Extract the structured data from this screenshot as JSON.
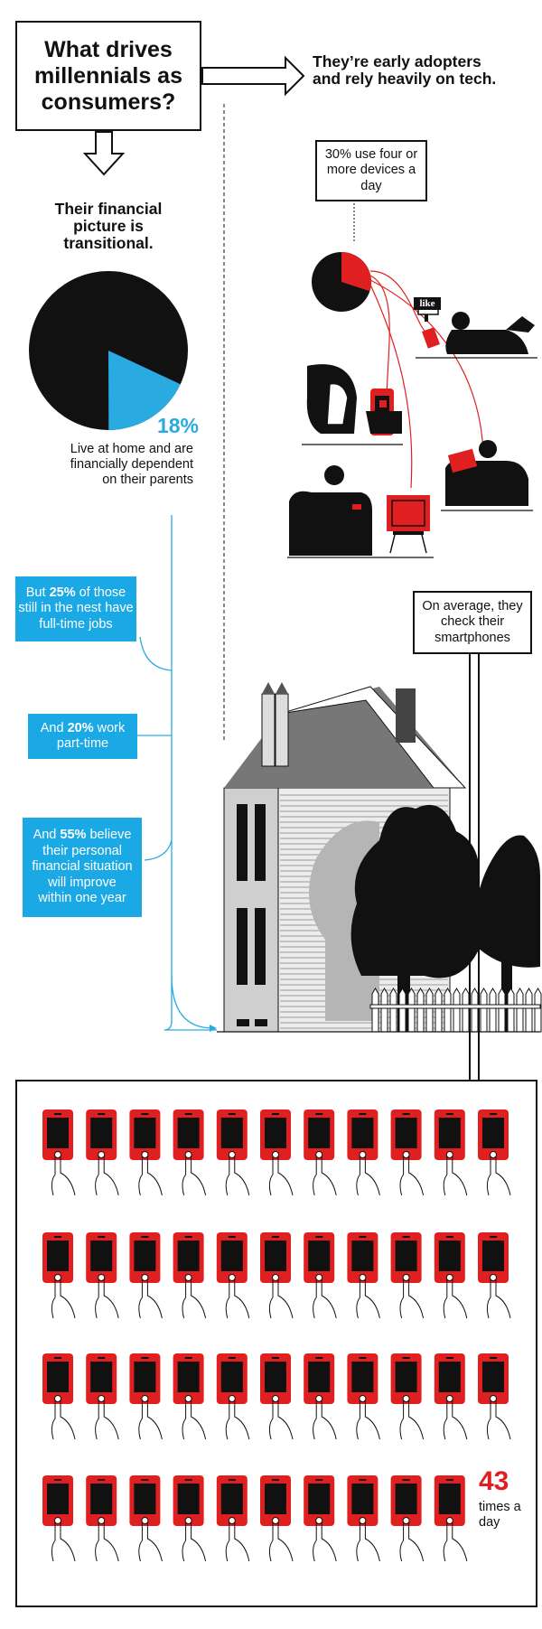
{
  "title": "What drives millennials as consumers?",
  "financial": {
    "heading": "Their financial picture is transitional.",
    "pie_percent": "18%",
    "pie_fraction": 0.18,
    "pie_caption": "Live at home and are financially dependent on their parents",
    "facts": [
      {
        "before": "But ",
        "bold": "25%",
        "after": " of those still in the nest have full-time jobs"
      },
      {
        "before": "And ",
        "bold": "20%",
        "after": " work part-time"
      },
      {
        "before": "And ",
        "bold": "55%",
        "after": " believe their personal financial situation will improve within one year"
      }
    ]
  },
  "tech": {
    "heading": "They’re early adopters and rely heavily on tech.",
    "devices_callout": "30% use four or more devices a day",
    "devices_fraction": 0.3,
    "like_label": "like"
  },
  "smartphones": {
    "callout": "On average, they check their smartphones",
    "count": "43",
    "count_value": 43,
    "unit": "times a day"
  },
  "colors": {
    "blue": "#1ba9e6",
    "red": "#e02020",
    "black": "#111111"
  }
}
